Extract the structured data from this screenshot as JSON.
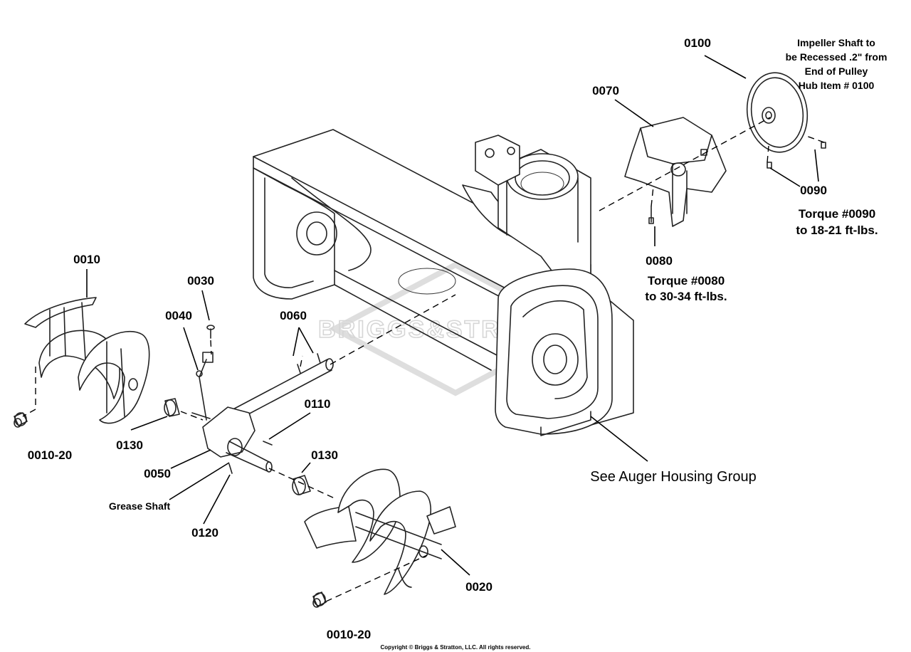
{
  "diagram": {
    "callouts": {
      "c0100": "0100",
      "c0070": "0070",
      "c0090": "0090",
      "c0080": "0080",
      "c0010": "0010",
      "c0030": "0030",
      "c0040": "0040",
      "c0060": "0060",
      "c0110": "0110",
      "c0130_left": "0130",
      "c0130_right": "0130",
      "c0050": "0050",
      "c0120": "0120",
      "c0020": "0020",
      "c0010_20_left": "0010-20",
      "c0010_20_bottom": "0010-20"
    },
    "notes": {
      "impeller_line1": "Impeller Shaft to",
      "impeller_line2": "be Recessed .2\" from",
      "impeller_line3": "End of Pulley",
      "impeller_line4": "Hub Item # 0100",
      "torque_0090_line1": "Torque #0090",
      "torque_0090_line2": "to 18-21 ft-lbs.",
      "torque_0080_line1": "Torque #0080",
      "torque_0080_line2": "to 30-34 ft-lbs.",
      "grease_shaft": "Grease Shaft",
      "see_group": "See Auger Housing Group"
    },
    "watermark": "BRIGGS&STRATTON",
    "copyright": "Copyright © Briggs & Stratton, LLC. All rights reserved."
  }
}
